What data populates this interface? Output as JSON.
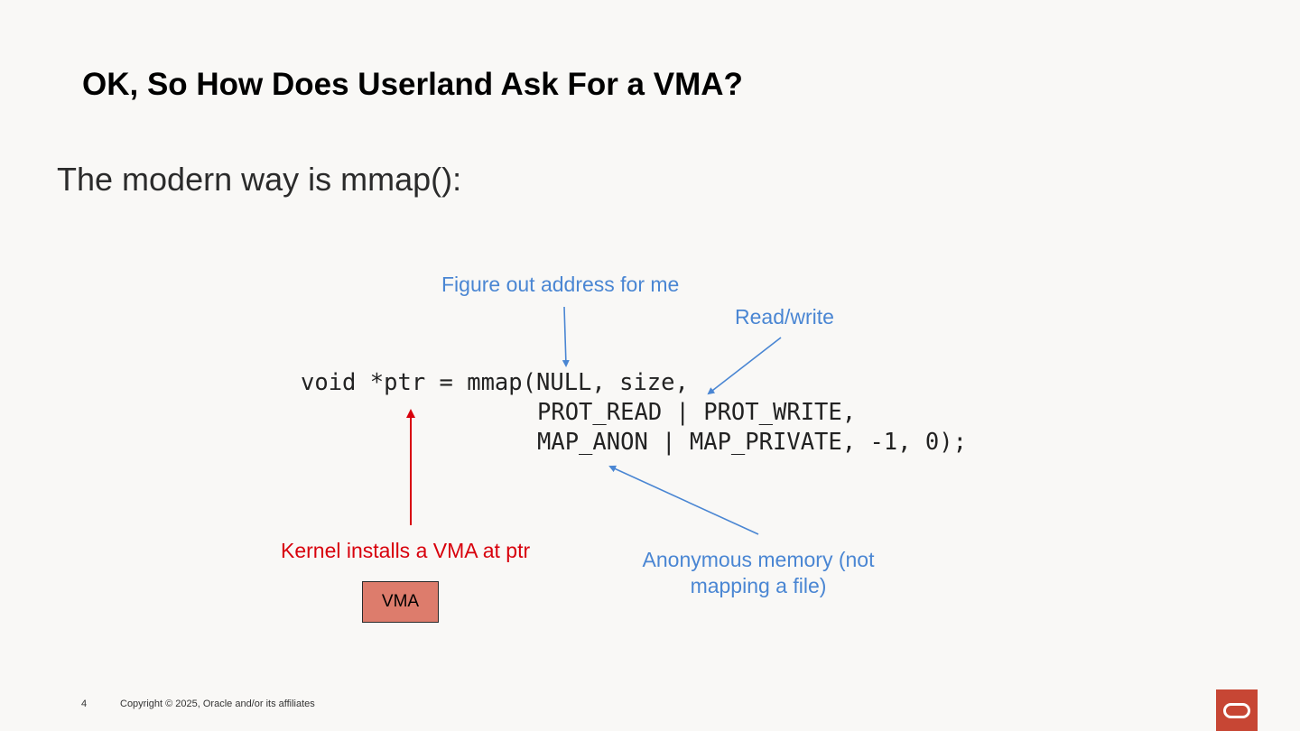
{
  "slide": {
    "title": "OK, So How Does Userland Ask For a VMA?",
    "intro": "The modern way is mmap():",
    "code": {
      "line1": "void *ptr = mmap(NULL, size,",
      "line2": "PROT_READ | PROT_WRITE,",
      "line3": "MAP_ANON | MAP_PRIVATE, -1, 0);"
    },
    "annotations": {
      "address": "Figure out address for me",
      "readwrite": "Read/write",
      "kernel": "Kernel installs a VMA at ptr",
      "anon_line1": "Anonymous memory (not",
      "anon_line2": "mapping a file)"
    },
    "vma_box_label": "VMA",
    "footer": {
      "page_number": "4",
      "copyright": "Copyright © 2025, Oracle and/or its affiliates"
    }
  },
  "colors": {
    "background": "#f9f8f6",
    "annotation_blue": "#4a86d3",
    "annotation_red": "#d8000c",
    "vma_box_fill": "#dd7c6c",
    "logo_red": "#c74634"
  },
  "icons": {
    "logo": "oracle-logo-icon"
  }
}
